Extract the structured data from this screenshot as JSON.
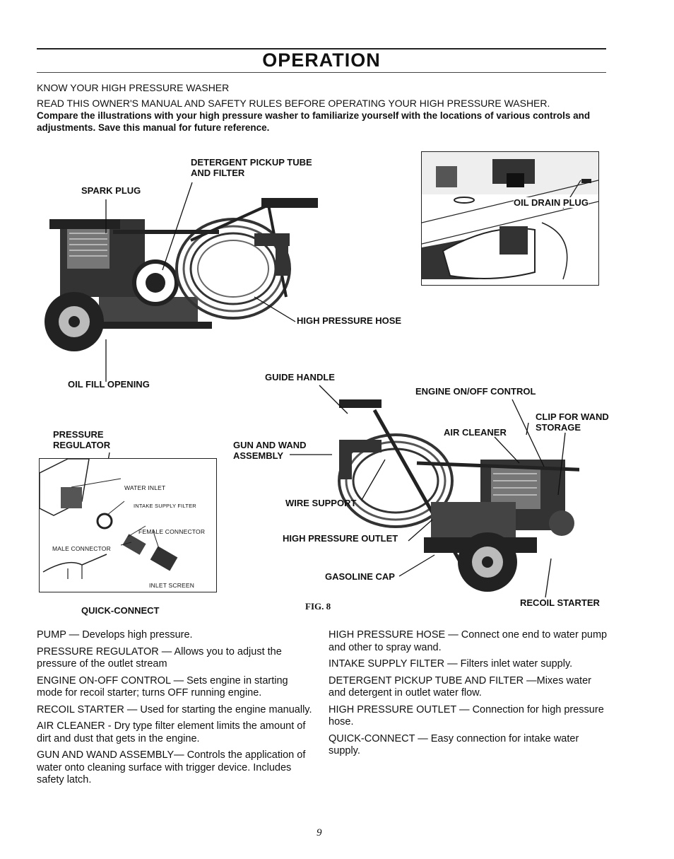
{
  "page": {
    "title": "OPERATION",
    "heading": "KNOW YOUR HIGH PRESSURE WASHER",
    "intro_caps": "READ THIS OWNER'S MANUAL AND SAFETY RULES BEFORE OPERATING YOUR HIGH PRESSURE WASHER.",
    "intro_text": "Compare the illustrations with your high pressure washer to familiarize yourself with the locations of various controls and adjustments. Save this manual for future reference.",
    "page_number": "9"
  },
  "labels": {
    "detergent_tube": "DETERGENT PICKUP TUBE",
    "detergent_tube_2": "AND FILTER",
    "spark_plug": "SPARK PLUG",
    "oil_drain_plug": "OIL DRAIN PLUG",
    "high_pressure_hose": "HIGH PRESSURE HOSE",
    "oil_fill_opening": "OIL FILL OPENING",
    "guide_handle": "GUIDE HANDLE",
    "engine_onoff": "ENGINE ON/OFF CONTROL",
    "clip_for_wand": "CLIP FOR WAND",
    "storage": "STORAGE",
    "air_cleaner": "AIR CLEANER",
    "pressure": "PRESSURE",
    "regulator": "REGULATOR",
    "gun_and_wand": "GUN AND WAND",
    "assembly": "ASSEMBLY",
    "wire_support": "WIRE SUPPORT",
    "high_pressure_outlet": "HIGH PRESSURE OUTLET",
    "gasoline_cap": "GASOLINE CAP",
    "recoil_starter": "RECOIL STARTER",
    "quick_connect": "QUICK-CONNECT",
    "fig": "FIG. 8",
    "water_inlet": "WATER INLET",
    "intake_supply_filter": "INTAKE SUPPLY FILTER",
    "female_connector": "FEMALE CONNECTOR",
    "male_connector": "MALE CONNECTOR",
    "inlet_screen": "INLET SCREEN"
  },
  "definitions_left": [
    "PUMP — Develops high pressure.",
    "PRESSURE REGULATOR — Allows you to adjust the pressure of the outlet stream",
    "ENGINE ON-OFF CONTROL — Sets engine in starting mode for recoil starter; turns OFF running engine.",
    "RECOIL STARTER — Used for starting the engine manually.",
    "AIR CLEANER - Dry type filter element limits the amount of dirt and dust that gets in the engine.",
    "GUN AND WAND ASSEMBLY— Controls the application of water onto cleaning surface with trigger device. Includes safety latch."
  ],
  "definitions_right": [
    "HIGH PRESSURE HOSE — Connect one end to water pump and other to spray wand.",
    "INTAKE SUPPLY FILTER — Filters inlet water supply.",
    "DETERGENT PICKUP TUBE AND FILTER —Mixes water and detergent in outlet water flow.",
    "HIGH PRESSURE OUTLET — Connection for high pressure hose.",
    "QUICK-CONNECT — Easy connection for intake water supply."
  ]
}
